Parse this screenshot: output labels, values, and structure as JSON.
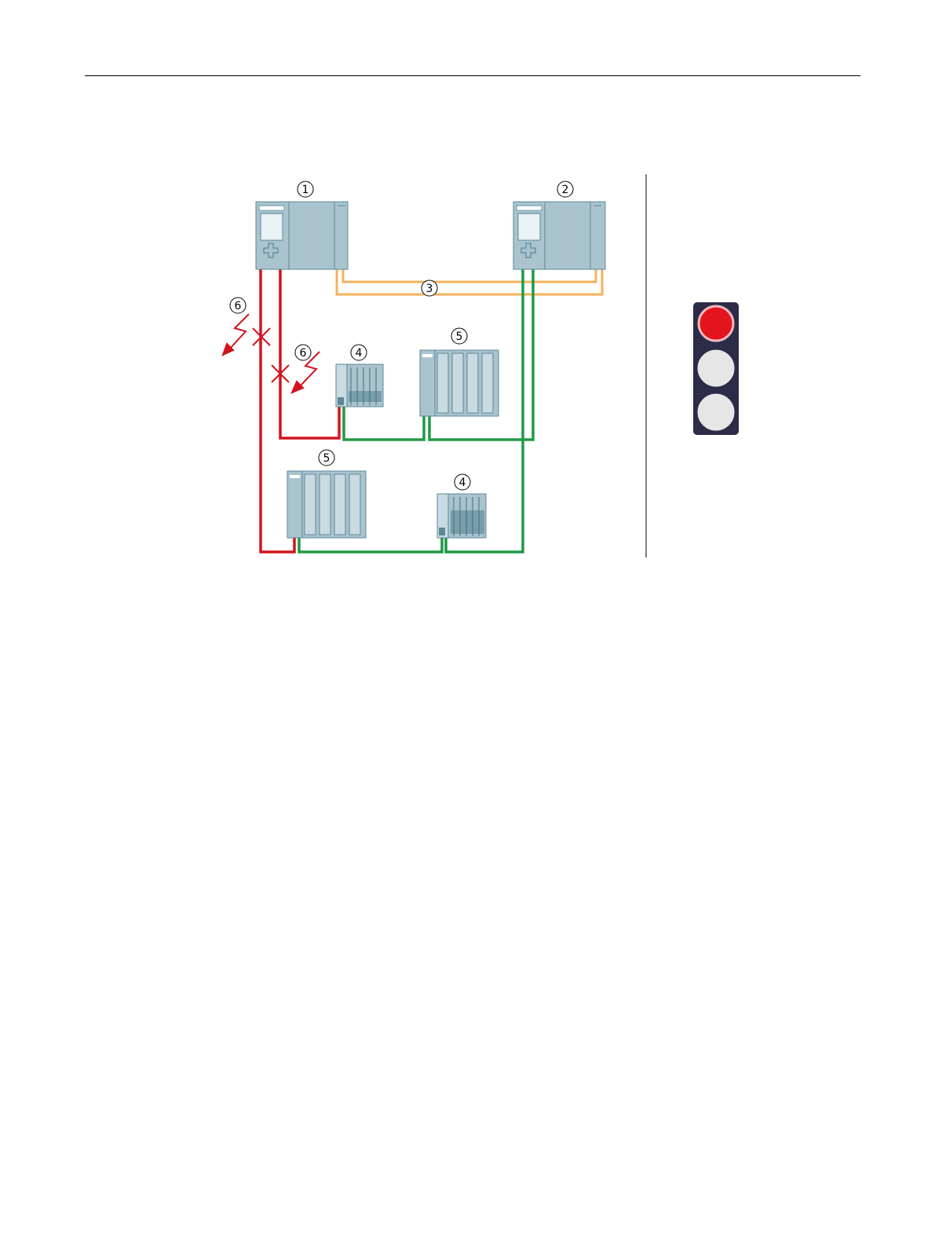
{
  "callouts": {
    "cpu_primary": "1",
    "cpu_backup": "2",
    "sync_link": "3",
    "io_compact_top": "4",
    "io_rack_top": "5",
    "io_rack_bottom": "5",
    "io_compact_bottom": "4",
    "fault_outer": "6",
    "fault_inner": "6"
  },
  "traffic_light": {
    "state": "red",
    "lamps": [
      {
        "name": "red",
        "on": true
      },
      {
        "name": "amber",
        "on": false
      },
      {
        "name": "green",
        "on": false
      }
    ]
  },
  "colors": {
    "failed_network": "#d2141e",
    "active_network": "#1f9a45",
    "sync_link": "#f5b25e",
    "module_fill": "#a9c4ce",
    "module_stroke": "#5b8797",
    "lamp_on": "#e3141e",
    "lamp_off": "#e6e6e6",
    "housing": "#2c2c48"
  }
}
